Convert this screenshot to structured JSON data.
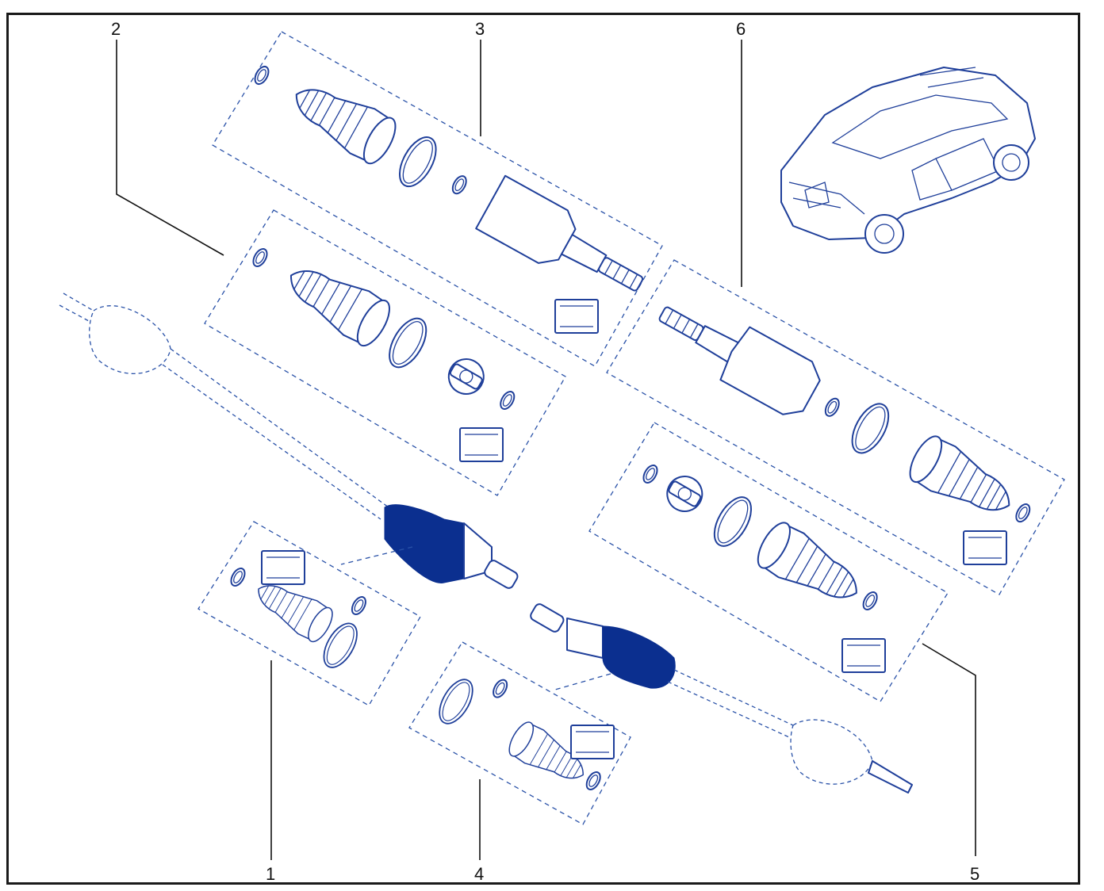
{
  "callouts": {
    "c1": "1",
    "c2": "2",
    "c3": "3",
    "c4": "4",
    "c5": "5",
    "c6": "6"
  },
  "colors": {
    "ink": "#1f3f9a",
    "solid": "#0b2f8f",
    "frame": "#1a1a1a"
  }
}
